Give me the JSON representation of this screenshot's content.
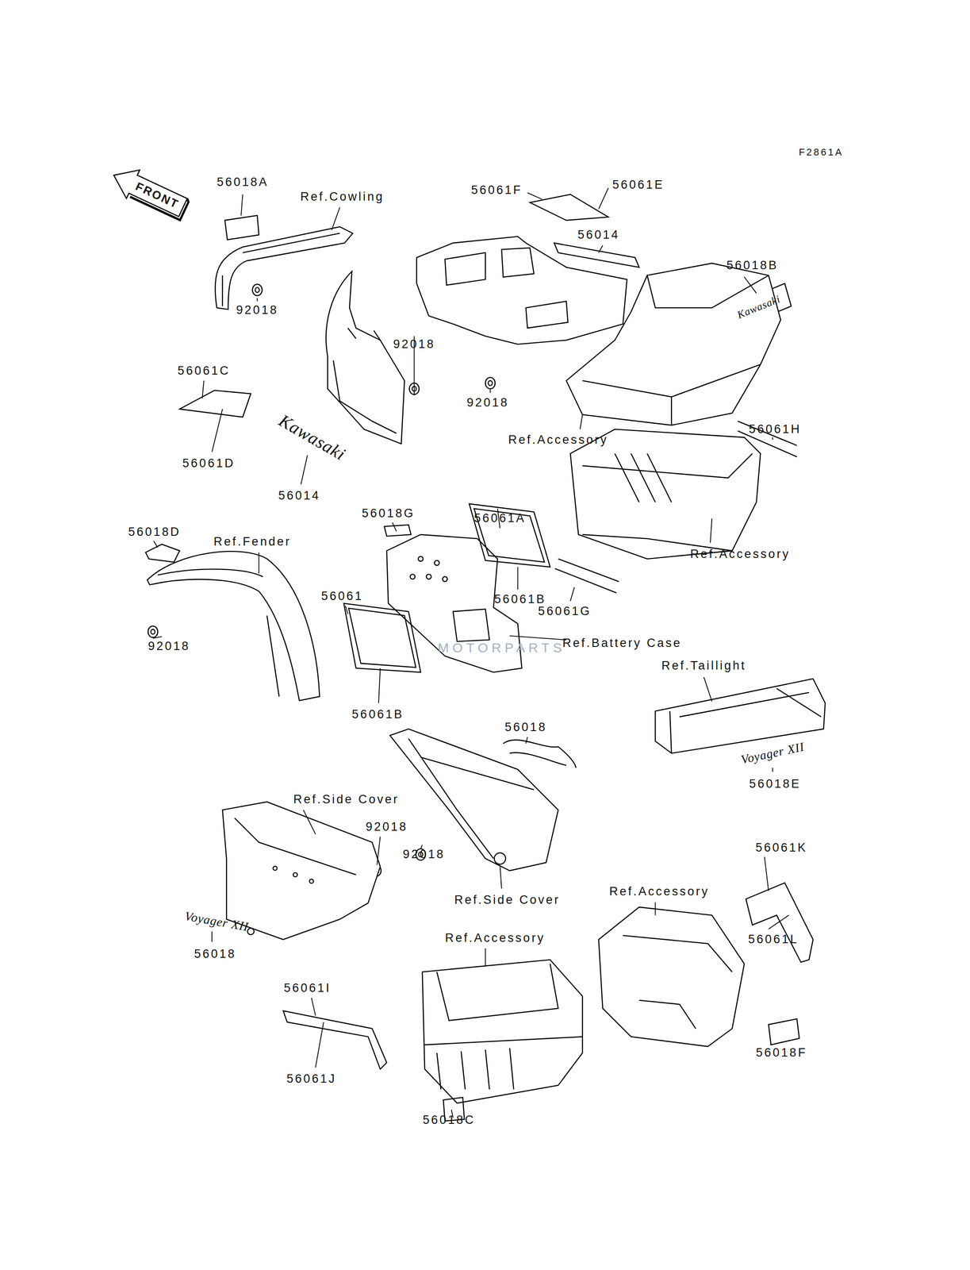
{
  "diagram": {
    "nodes": [
      {
        "text": [
          "FRONT"
        ]
      }
    ],
    "labels": [
      "F2861A",
      "56018A",
      "Ref.Cowling",
      "56061F",
      "56061E",
      "56014",
      "56018B",
      "Kawasaki",
      "92018",
      "92018",
      "92018",
      "56061C",
      "56061D",
      "56014",
      "Kawasaki",
      "Ref.Accessory",
      "56061H",
      "56018G",
      "56061A",
      "56018D",
      "Ref.Fender",
      "Ref.Accessory",
      "56061",
      "56061B",
      "56061G",
      "Ref.Battery Case",
      "92018",
      "Ref.Taillight",
      "56061B",
      "56018",
      "Voyager XII",
      "56018E",
      "Ref.Side Cover",
      "92018",
      "92018",
      "Ref.Side Cover",
      "Ref.Accessory",
      "56061K",
      "56061L",
      "Voyager XII",
      "56018",
      "Ref.Accessory",
      "56061I",
      "56061J",
      "56018F",
      "56018C",
      "MOTORPARTS"
    ]
  }
}
